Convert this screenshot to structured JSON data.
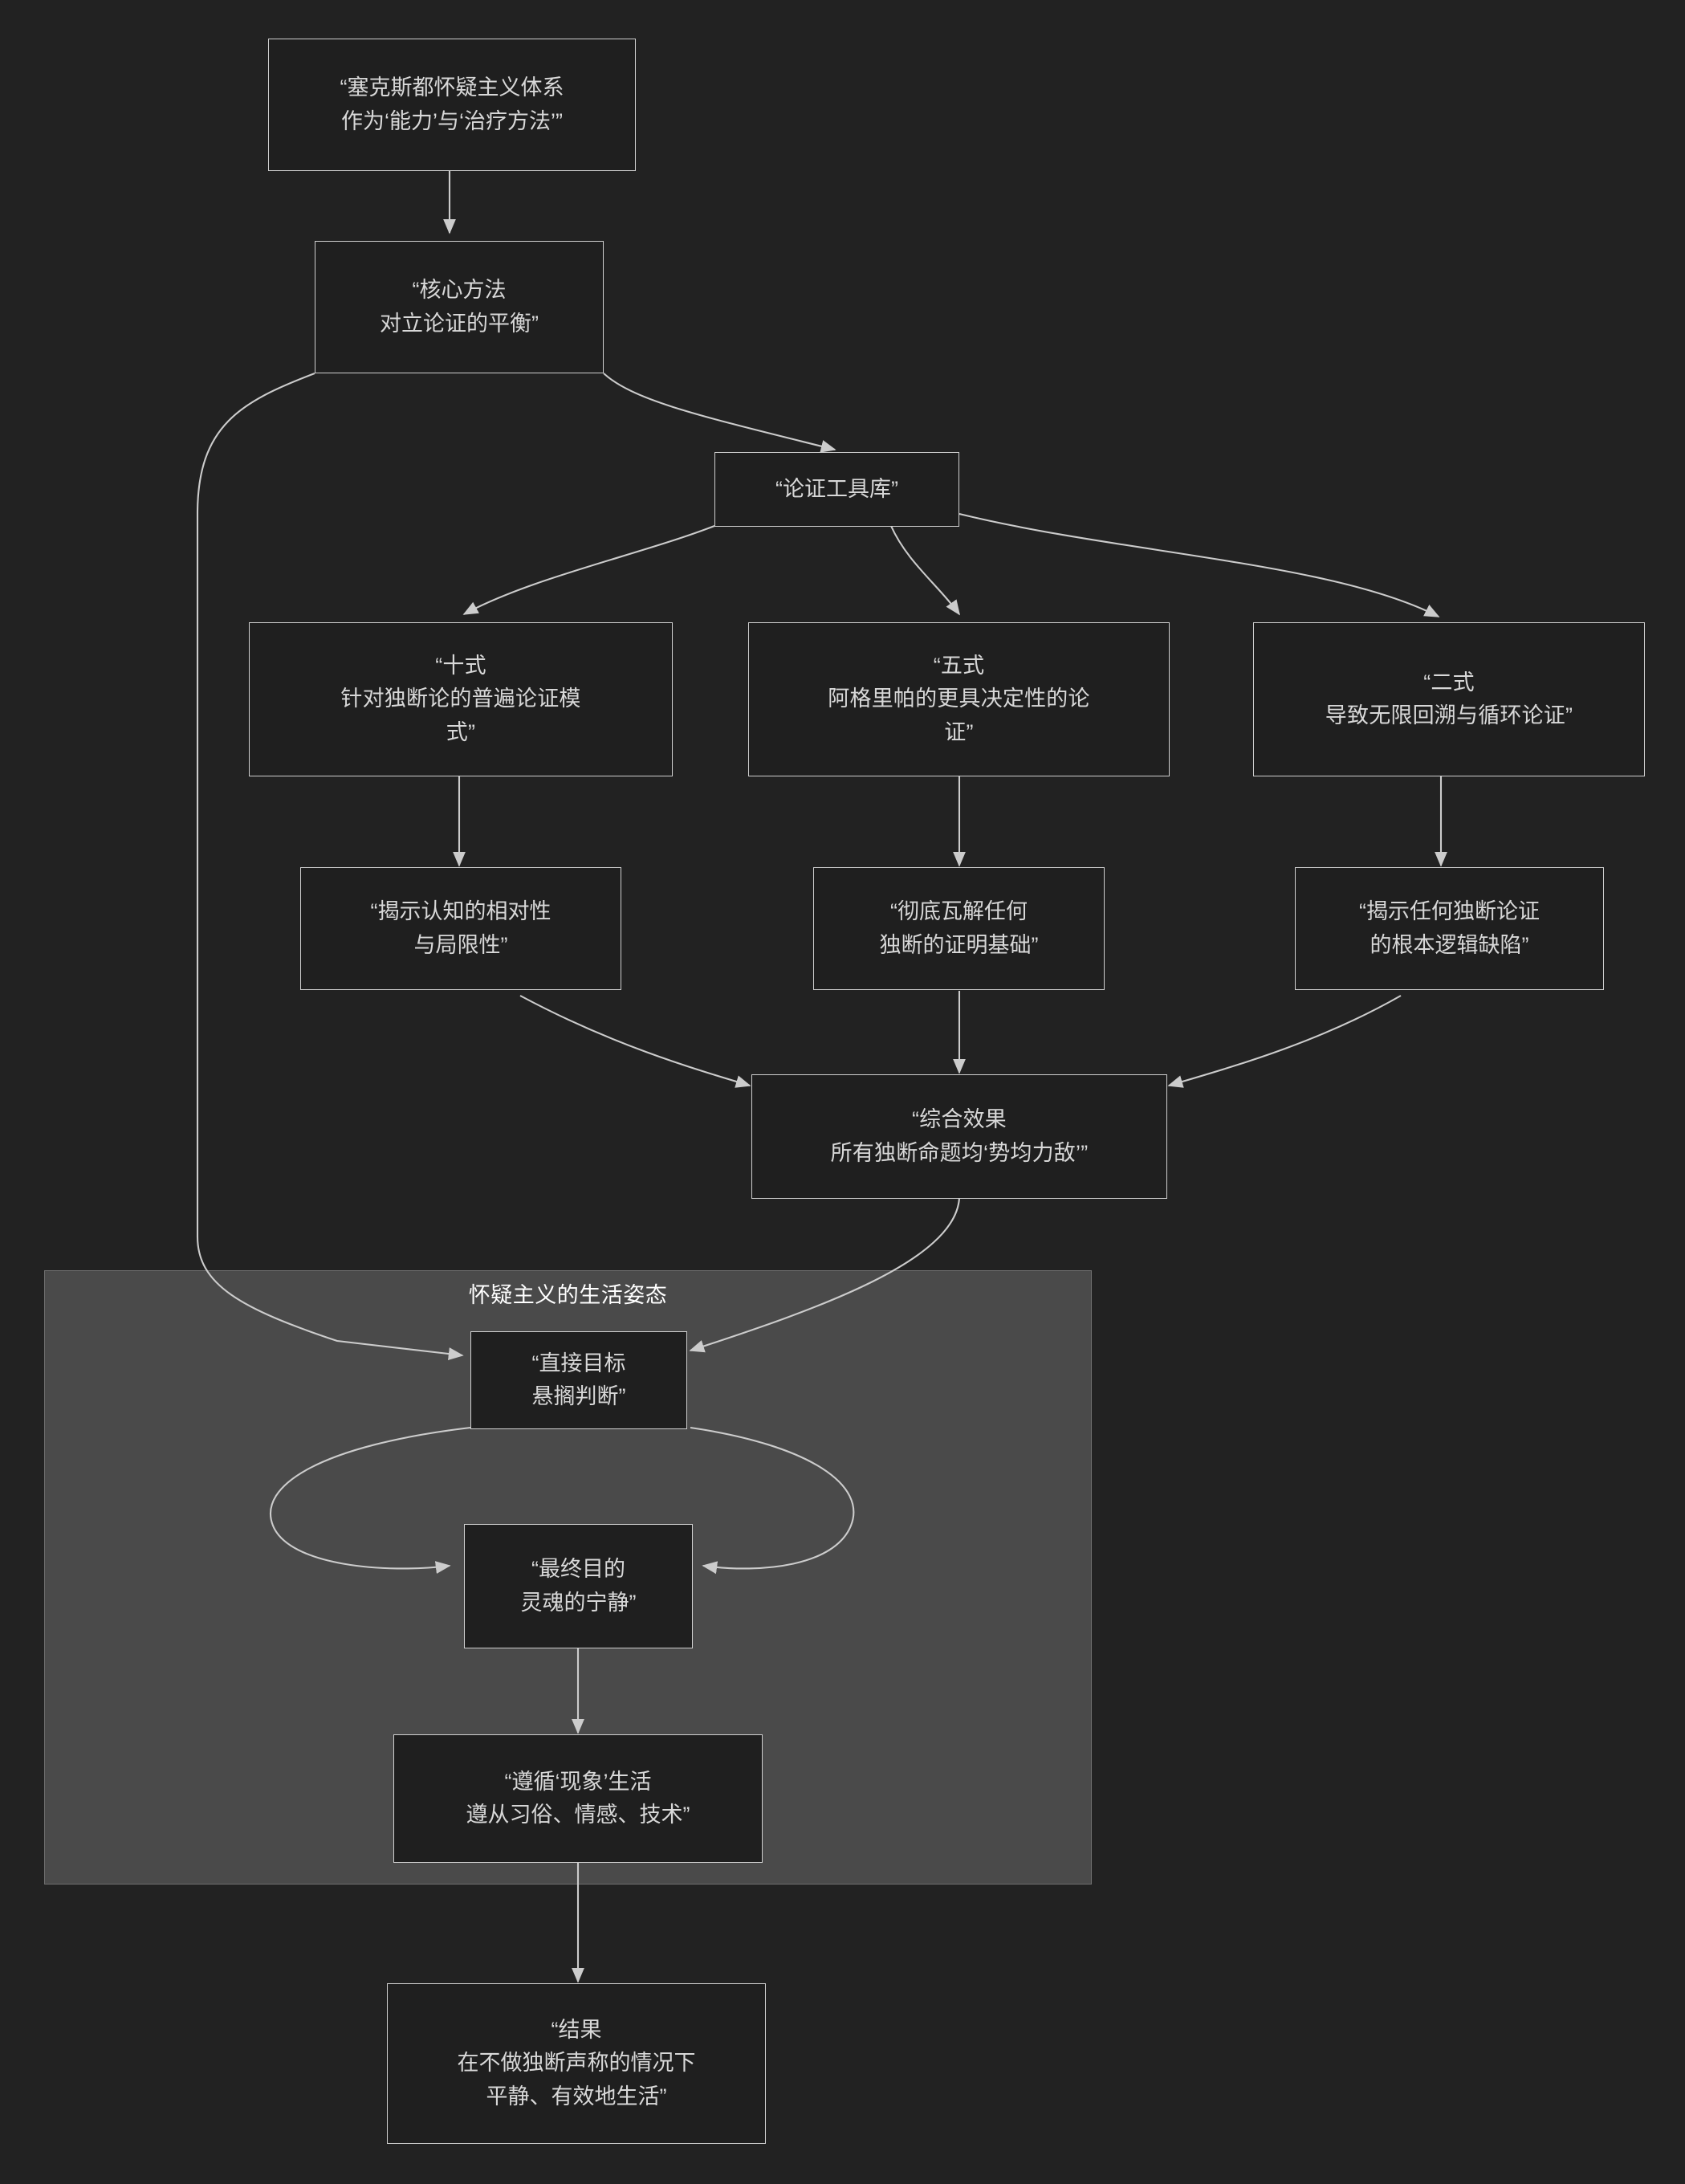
{
  "diagram": {
    "title_node": "“塞克斯都怀疑主义体系\n作为‘能力’与‘治疗方法’”",
    "background_color": "#222222",
    "node_fill": "#1f1f1f",
    "node_border": "#cfcfcf",
    "edge_color": "#cccccc",
    "subgraph_fill": "#4a4a4a",
    "text_color": "#d8d8d8"
  },
  "subgraph": {
    "label": "怀疑主义的生活姿态"
  },
  "nodes": {
    "system": "“塞克斯都怀疑主义体系\n作为‘能力’与‘治疗方法’”",
    "core_method": "“核心方法\n对立论证的平衡”",
    "toolbox": "“论证工具库”",
    "ten_modes": "“十式\n针对独断论的普遍论证模\n式”",
    "five_modes": "“五式\n阿格里帕的更具决定性的论\n证”",
    "two_modes": "“二式\n导致无限回溯与循环论证”",
    "ten_result": "“揭示认知的相对性\n与局限性”",
    "five_result": "“彻底瓦解任何\n独断的证明基础”",
    "two_result": "“揭示任何独断论证\n的根本逻辑缺陷”",
    "synthesis": "“综合效果\n所有独断命题均‘势均力敌’”",
    "immediate_goal": "“直接目标\n悬搁判断”",
    "final_goal": "“最终目的\n灵魂的宁静”",
    "live_by_appearance": "“遵循‘现象’生活\n遵从习俗、情感、技术”",
    "outcome": "“结果\n在不做独断声称的情况下\n平静、有效地生活”"
  },
  "edges": [
    {
      "from": "system",
      "to": "core_method"
    },
    {
      "from": "core_method",
      "to": "toolbox"
    },
    {
      "from": "core_method",
      "to": "immediate_goal"
    },
    {
      "from": "toolbox",
      "to": "ten_modes"
    },
    {
      "from": "toolbox",
      "to": "five_modes"
    },
    {
      "from": "toolbox",
      "to": "two_modes"
    },
    {
      "from": "ten_modes",
      "to": "ten_result"
    },
    {
      "from": "five_modes",
      "to": "five_result"
    },
    {
      "from": "two_modes",
      "to": "two_result"
    },
    {
      "from": "ten_result",
      "to": "synthesis"
    },
    {
      "from": "five_result",
      "to": "synthesis"
    },
    {
      "from": "two_result",
      "to": "synthesis"
    },
    {
      "from": "synthesis",
      "to": "immediate_goal"
    },
    {
      "from": "immediate_goal",
      "to": "final_goal"
    },
    {
      "from": "immediate_goal",
      "to": "final_goal"
    },
    {
      "from": "final_goal",
      "to": "live_by_appearance"
    },
    {
      "from": "live_by_appearance",
      "to": "outcome"
    }
  ]
}
